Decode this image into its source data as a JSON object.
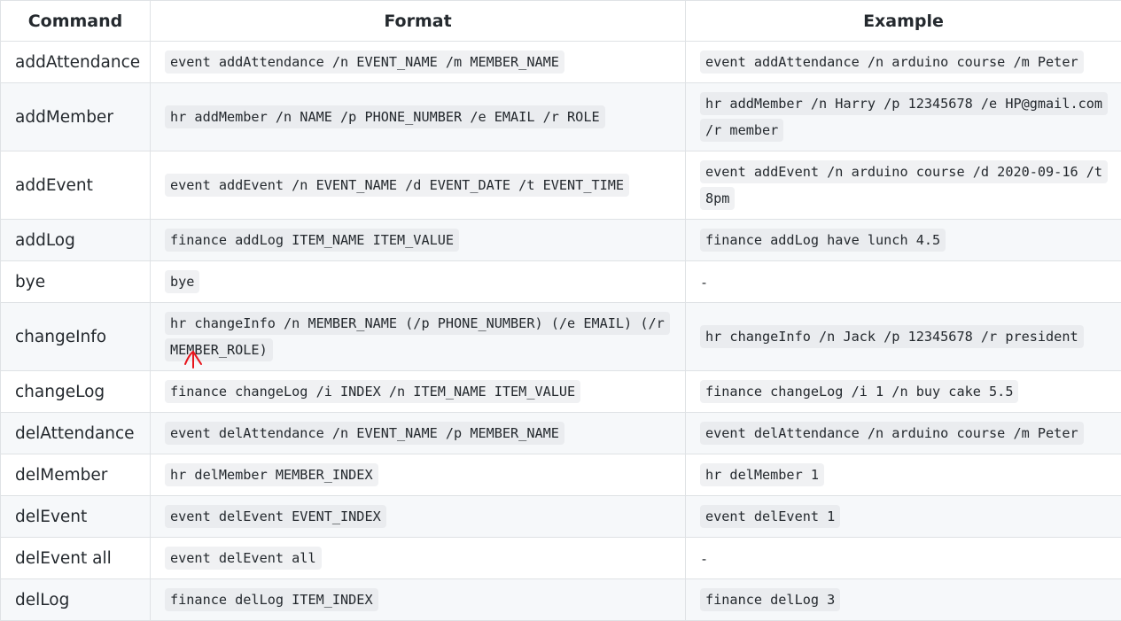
{
  "table": {
    "headers": {
      "command": "Command",
      "format": "Format",
      "example": "Example"
    },
    "rows": [
      {
        "command": "addAttendance",
        "format": "event addAttendance /n EVENT_NAME /m MEMBER_NAME",
        "example": "event addAttendance /n arduino course /m Peter"
      },
      {
        "command": "addMember",
        "format": "hr addMember /n NAME /p PHONE_NUMBER /e EMAIL /r ROLE",
        "example": "hr addMember /n Harry /p 12345678 /e HP@gmail.com /r member"
      },
      {
        "command": "addEvent",
        "format": "event addEvent /n EVENT_NAME /d EVENT_DATE /t EVENT_TIME",
        "example": "event addEvent /n arduino course /d 2020-09-16 /t 8pm"
      },
      {
        "command": "addLog",
        "format": "finance addLog ITEM_NAME ITEM_VALUE",
        "example": "finance addLog have lunch 4.5"
      },
      {
        "command": "bye",
        "format": "bye",
        "example": "-"
      },
      {
        "command": "changeInfo",
        "format": "hr changeInfo /n MEMBER_NAME (/p PHONE_NUMBER) (/e EMAIL) (/r MEMBER_ROLE)",
        "example": "hr changeInfo /n Jack /p 12345678 /r president"
      },
      {
        "command": "changeLog",
        "format": "finance changeLog /i INDEX /n ITEM_NAME ITEM_VALUE",
        "example": "finance changeLog /i 1 /n buy cake 5.5"
      },
      {
        "command": "delAttendance",
        "format": "event delAttendance /n EVENT_NAME /p MEMBER_NAME",
        "example": "event delAttendance /n arduino course /m Peter"
      },
      {
        "command": "delMember",
        "format": "hr delMember MEMBER_INDEX",
        "example": "hr delMember 1"
      },
      {
        "command": "delEvent",
        "format": "event delEvent EVENT_INDEX",
        "example": "event delEvent 1"
      },
      {
        "command": "delEvent all",
        "format": "event delEvent all",
        "example": "-"
      },
      {
        "command": "delLog",
        "format": "finance delLog ITEM_INDEX",
        "example": "finance delLog 3"
      }
    ]
  },
  "annotation": {
    "icon": "red-up-arrow-icon",
    "color": "#e8141b"
  },
  "colors": {
    "border": "#dfe2e5",
    "row_alt_bg": "#f6f8fa",
    "code_bg": "#f0f1f3",
    "text": "#24292e"
  }
}
